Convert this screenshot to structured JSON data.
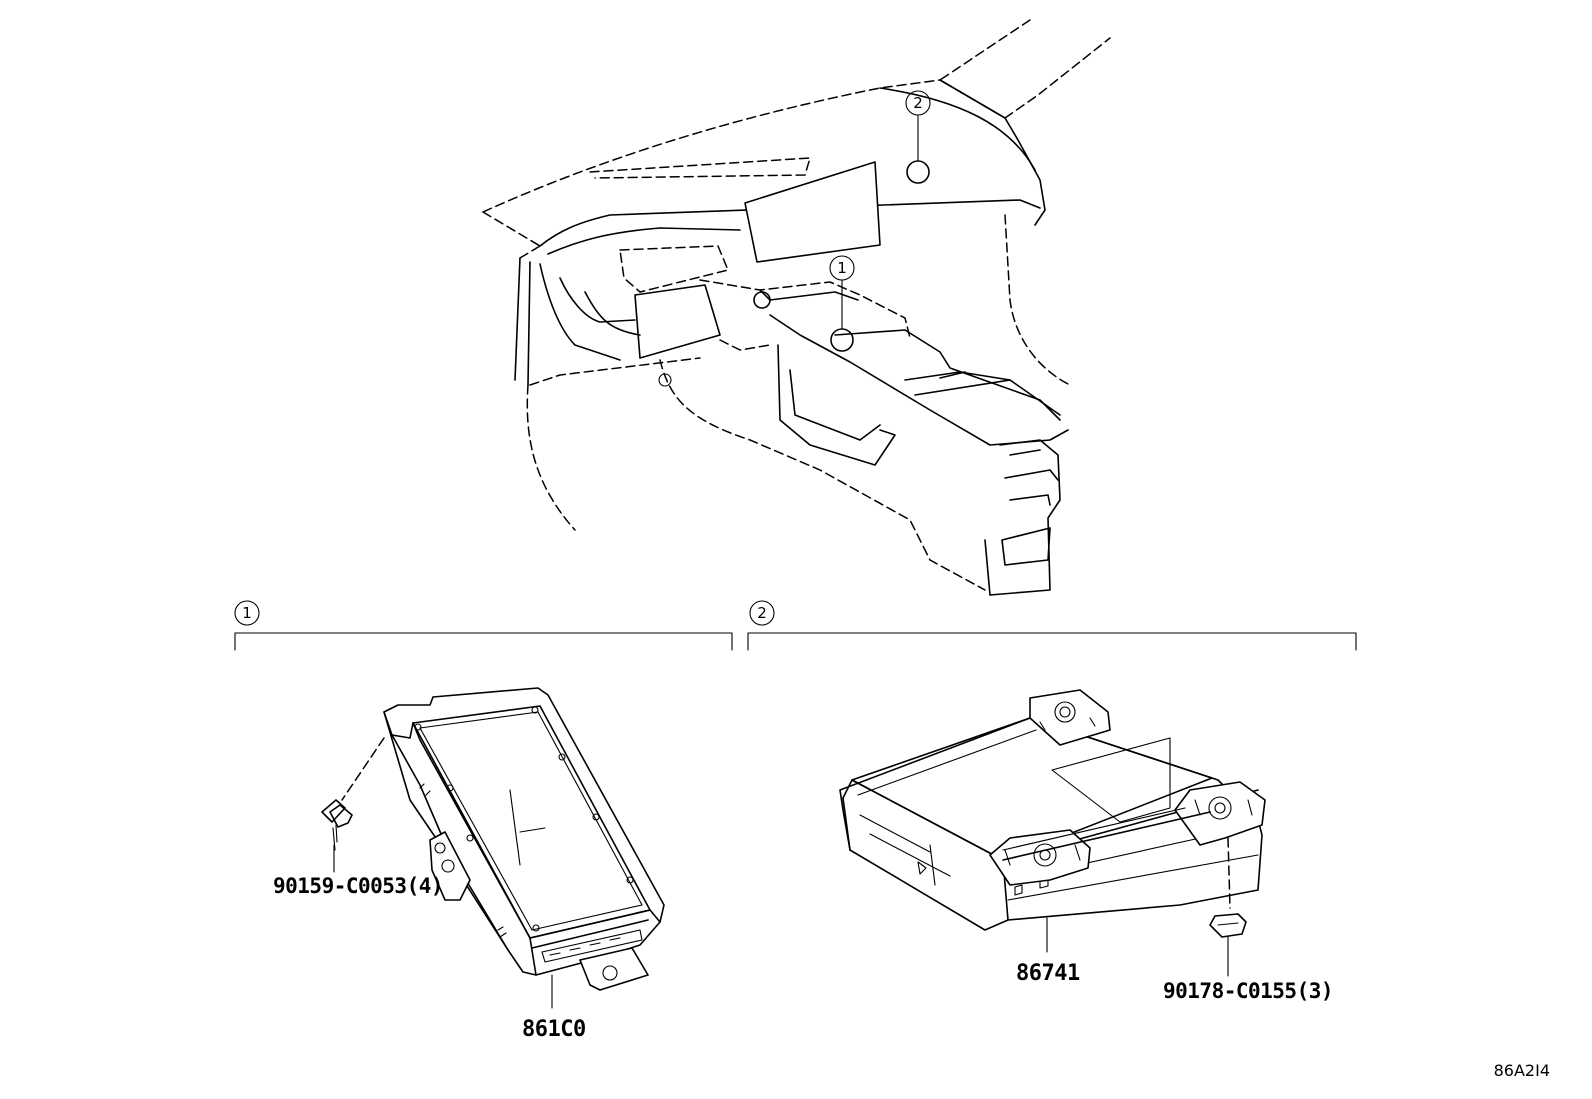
{
  "callouts": {
    "c1": "1",
    "c2": "2"
  },
  "parts": {
    "left": {
      "module": "861C0",
      "screw": "90159-C0053(4)"
    },
    "right": {
      "module": "86741",
      "nut": "90178-C0155(3)"
    }
  },
  "illustration_id": "86A2I4"
}
